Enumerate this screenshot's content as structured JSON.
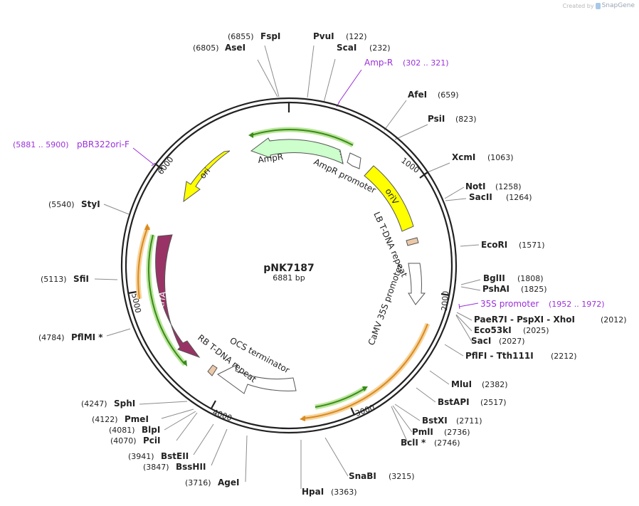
{
  "credit": {
    "prefix": "Created by",
    "brand": "SnapGene"
  },
  "plasmid": {
    "name": "pNK7187",
    "size_label": "6881 bp",
    "length": 6881
  },
  "ticks": [
    "1000",
    "2000",
    "3000",
    "4000",
    "5000",
    "6000"
  ],
  "colors": {
    "ring": "#222222",
    "primer": "#9b30d9",
    "ori": "#ffff00",
    "ampr": "#ccffcc",
    "trfA": "#993366",
    "repeat": "#ebc8a8",
    "highlight_green": "#71c238",
    "highlight_orange": "#f0b860"
  },
  "features": [
    {
      "label": "AmpR",
      "color": "#ccffcc"
    },
    {
      "label": "AmpR promoter",
      "color": "#ffffff"
    },
    {
      "label": "oriV",
      "color": "#ffff00"
    },
    {
      "label": "LB T-DNA repeat",
      "color": "#ebc8a8"
    },
    {
      "label": "CaMV 35S promoter",
      "color": "#ffffff"
    },
    {
      "label": "OCS terminator",
      "color": "#ffffff"
    },
    {
      "label": "RB T-DNA repeat",
      "color": "#ebc8a8"
    },
    {
      "label": "trfA",
      "color": "#993366"
    },
    {
      "label": "ori",
      "color": "#ffff00"
    }
  ],
  "primers": [
    {
      "name": "Amp-R",
      "range": "(302 .. 321)"
    },
    {
      "name": "pBR322ori-F",
      "range": "(5881 .. 5900)"
    },
    {
      "name": "35S promoter",
      "range": "(1952 .. 1972)"
    }
  ],
  "sites": [
    {
      "pos": "(6855)",
      "name": "FspI"
    },
    {
      "pos": "(6805)",
      "name": "AseI"
    },
    {
      "pos": "(122)",
      "name": "PvuI"
    },
    {
      "pos": "(232)",
      "name": "ScaI"
    },
    {
      "pos": "(659)",
      "name": "AfeI"
    },
    {
      "pos": "(823)",
      "name": "PsiI"
    },
    {
      "pos": "(1063)",
      "name": "XcmI"
    },
    {
      "pos": "(1258)",
      "name": "NotI"
    },
    {
      "pos": "(1264)",
      "name": "SacII"
    },
    {
      "pos": "(1571)",
      "name": "EcoRI"
    },
    {
      "pos": "(1808)",
      "name": "BglII"
    },
    {
      "pos": "(1825)",
      "name": "PshAI"
    },
    {
      "pos": "(2012)",
      "name": "PaeR7I - PspXI - XhoI"
    },
    {
      "pos": "(2025)",
      "name": "Eco53kI"
    },
    {
      "pos": "(2027)",
      "name": "SacI"
    },
    {
      "pos": "(2212)",
      "name": "PflFI - Tth111I"
    },
    {
      "pos": "(2382)",
      "name": "MluI"
    },
    {
      "pos": "(2517)",
      "name": "BstAPI"
    },
    {
      "pos": "(2711)",
      "name": "BstXI"
    },
    {
      "pos": "(2736)",
      "name": "PmlI"
    },
    {
      "pos": "(2746)",
      "name": "BclI *"
    },
    {
      "pos": "(3215)",
      "name": "SnaBI"
    },
    {
      "pos": "(3363)",
      "name": "HpaI"
    },
    {
      "pos": "(3716)",
      "name": "AgeI"
    },
    {
      "pos": "(3847)",
      "name": "BssHII"
    },
    {
      "pos": "(3941)",
      "name": "BstEII"
    },
    {
      "pos": "(4070)",
      "name": "PciI"
    },
    {
      "pos": "(4081)",
      "name": "BlpI"
    },
    {
      "pos": "(4122)",
      "name": "PmeI"
    },
    {
      "pos": "(4247)",
      "name": "SphI"
    },
    {
      "pos": "(4784)",
      "name": "PflMI *"
    },
    {
      "pos": "(5113)",
      "name": "SfiI"
    },
    {
      "pos": "(5540)",
      "name": "StyI"
    }
  ]
}
